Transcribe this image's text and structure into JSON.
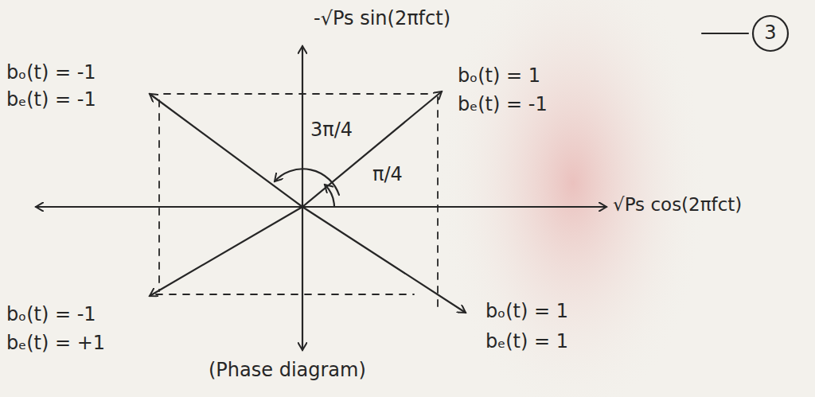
{
  "diagram": {
    "caption": "(Phase diagram)",
    "labels": [
      "-√Ps sin(2πfct)",
      "√Ps cos(2πfct)",
      "bₒ(t) = -1",
      "bₑ(t) = -1",
      "bₒ(t) = 1",
      "bₑ(t) = -1",
      "bₒ(t) = -1",
      "bₑ(t) = +1",
      "bₒ(t) = 1",
      "bₑ(t) = 1",
      "3π/4",
      "π/4",
      "3"
    ]
  }
}
